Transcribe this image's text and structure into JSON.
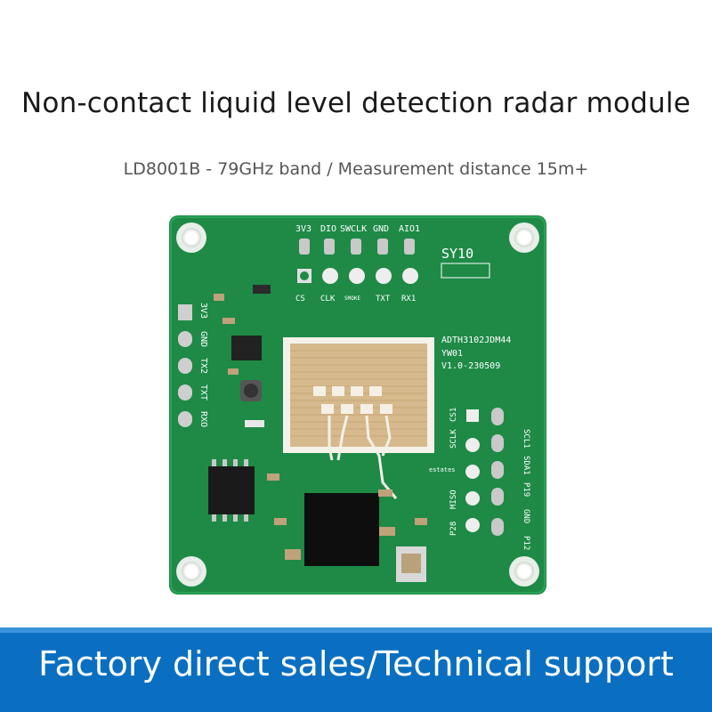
{
  "header": {
    "title": "Non-contact liquid level detection radar module",
    "subtitle": "LD8001B - 79GHz band / Measurement distance 15m+"
  },
  "board": {
    "top_pins": [
      "3V3",
      "DIO",
      "SWCLK",
      "GND",
      "AIO1"
    ],
    "top_pad_labels": [
      "CS",
      "CLK",
      "SMOKE",
      "TXT",
      "RX1"
    ],
    "marking": "SY10",
    "part_lines": [
      "ADTH3102JDM44",
      "YW01",
      "V1.0-230509"
    ],
    "left_pins": [
      "3V3",
      "GND",
      "TX2",
      "TXT",
      "RXO"
    ],
    "right_inner": [
      "SCLK",
      "CS1",
      "MISO",
      "P28"
    ],
    "right_outer": [
      "SCL1",
      "SDA1",
      "P19",
      "GND",
      "P12"
    ],
    "small_label": "estates",
    "colors": {
      "pcb": "#1e8a46",
      "copper": "#d6b98c",
      "banner": "#0a6fc1"
    }
  },
  "banner": {
    "text": "Factory direct sales/Technical support"
  }
}
